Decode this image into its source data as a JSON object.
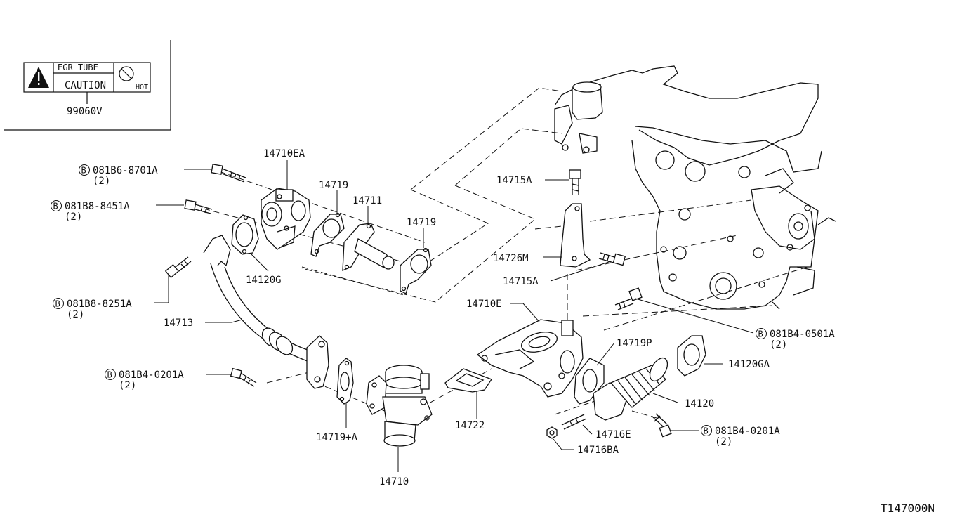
{
  "inset": {
    "label_title": "EGR TUBE",
    "label_caution": "CAUTION",
    "label_hot": "HOT",
    "part_number": "99060V"
  },
  "labels": {
    "p14710EA": "14710EA",
    "p14719_a": "14719",
    "p14711": "14711",
    "p14719_b": "14719",
    "p14120G": "14120G",
    "p14713": "14713",
    "p14719_plus_a": "14719+A",
    "p14710": "14710",
    "p14722": "14722",
    "p14715A_top": "14715A",
    "p14726M": "14726M",
    "p14715A_bottom": "14715A",
    "p14710E": "14710E",
    "p14719P": "14719P",
    "p14120GA": "14120GA",
    "p14120": "14120",
    "p14716E": "14716E",
    "p14716BA": "14716BA"
  },
  "bolts": {
    "b1": {
      "code": "081B6-8701A",
      "qty": "(2)"
    },
    "b2": {
      "code": "081B8-8451A",
      "qty": "(2)"
    },
    "b3": {
      "code": "081B8-8251A",
      "qty": "(2)"
    },
    "b4": {
      "code": "081B4-0201A",
      "qty": "(2)"
    },
    "b5": {
      "code": "081B4-0501A",
      "qty": "(2)"
    },
    "b6": {
      "code": "081B4-0201A",
      "qty": "(2)"
    }
  },
  "bolt_marker": "B",
  "diagram_code": "T147000N"
}
